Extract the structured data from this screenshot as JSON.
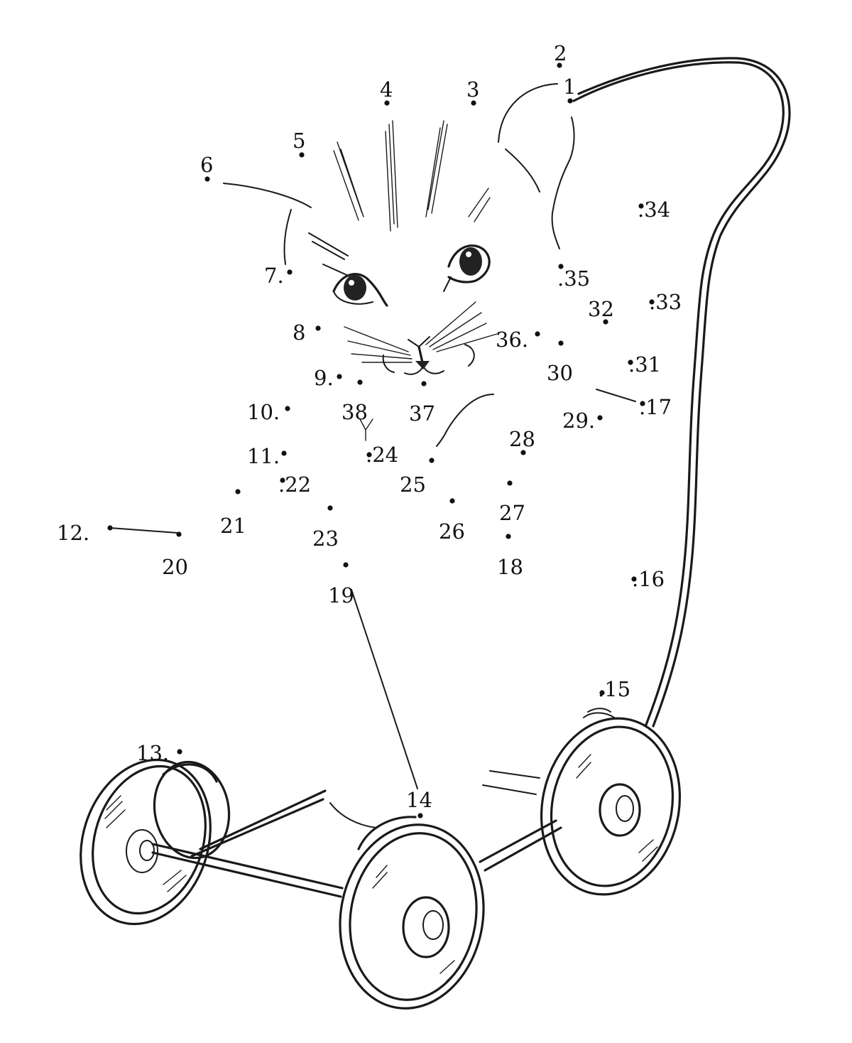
{
  "colors": {
    "ink": "#1a1a1a",
    "paper": "#ffffff"
  },
  "dots": [
    {
      "n": 1,
      "label": "1"
    },
    {
      "n": 2,
      "label": "2"
    },
    {
      "n": 3,
      "label": "3"
    },
    {
      "n": 4,
      "label": "4"
    },
    {
      "n": 5,
      "label": "5"
    },
    {
      "n": 6,
      "label": "6"
    },
    {
      "n": 7,
      "label": "7."
    },
    {
      "n": 8,
      "label": "8"
    },
    {
      "n": 9,
      "label": "9."
    },
    {
      "n": 10,
      "label": "10."
    },
    {
      "n": 11,
      "label": "11."
    },
    {
      "n": 12,
      "label": "12."
    },
    {
      "n": 13,
      "label": "13."
    },
    {
      "n": 14,
      "label": "14"
    },
    {
      "n": 15,
      "label": ".15"
    },
    {
      "n": 16,
      "label": ".16"
    },
    {
      "n": 17,
      "label": ".17"
    },
    {
      "n": 18,
      "label": "18"
    },
    {
      "n": 19,
      "label": "19"
    },
    {
      "n": 20,
      "label": "20"
    },
    {
      "n": 21,
      "label": "21"
    },
    {
      "n": 22,
      "label": ".22"
    },
    {
      "n": 23,
      "label": "23"
    },
    {
      "n": 24,
      "label": ".24"
    },
    {
      "n": 25,
      "label": "25"
    },
    {
      "n": 26,
      "label": "26"
    },
    {
      "n": 27,
      "label": "27"
    },
    {
      "n": 28,
      "label": "28"
    },
    {
      "n": 29,
      "label": "29."
    },
    {
      "n": 30,
      "label": "30"
    },
    {
      "n": 31,
      "label": ".31"
    },
    {
      "n": 32,
      "label": "32"
    },
    {
      "n": 33,
      "label": ".33"
    },
    {
      "n": 34,
      "label": ".34"
    },
    {
      "n": 35,
      "label": ".35"
    },
    {
      "n": 36,
      "label": "36."
    },
    {
      "n": 37,
      "label": "37"
    },
    {
      "n": 38,
      "label": "38"
    }
  ]
}
